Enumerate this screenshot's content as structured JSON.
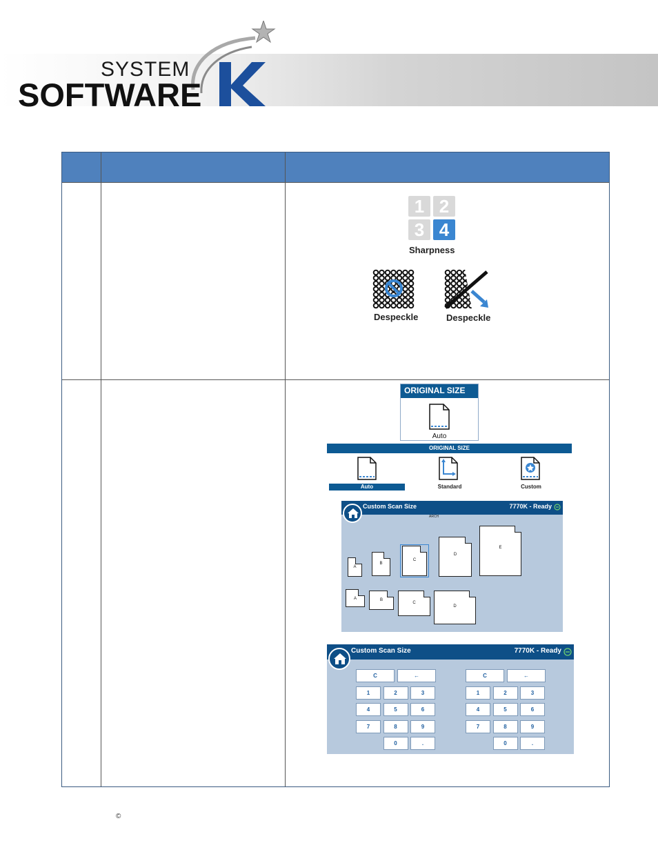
{
  "logo": {
    "line1": "SYSTEM",
    "line2": "SOFTWARE",
    "letter": "K"
  },
  "row1": {
    "sharpness_digits": [
      "1",
      "2",
      "3",
      "4"
    ],
    "sharpness_label": "Sharpness",
    "despeckle_label_1": "Despeckle",
    "despeckle_label_2": "Despeckle"
  },
  "original_size_small": {
    "title": "ORIGINAL SIZE",
    "option": "Auto"
  },
  "original_size_wide": {
    "title": "ORIGINAL SIZE",
    "tabs": [
      "Auto",
      "Standard",
      "Custom"
    ],
    "active": "Auto"
  },
  "custom_scan_1": {
    "title": "Custom Scan Size",
    "status": "7770K - Ready",
    "subtitle": "ARCH",
    "row1_sizes": [
      "A",
      "B",
      "C",
      "D",
      "E"
    ],
    "row2_sizes": [
      "A",
      "B",
      "C",
      "D"
    ]
  },
  "custom_scan_2": {
    "title": "Custom Scan Size",
    "status": "7770K - Ready",
    "keys": [
      "C",
      "←",
      "1",
      "2",
      "3",
      "4",
      "5",
      "6",
      "7",
      "8",
      "9",
      "0",
      "."
    ]
  },
  "footer": {
    "copyright": "©"
  },
  "colors": {
    "header_blue": "#4f81bd",
    "ui_blue": "#0e4f87",
    "screen_bg": "#b7c9dd"
  }
}
